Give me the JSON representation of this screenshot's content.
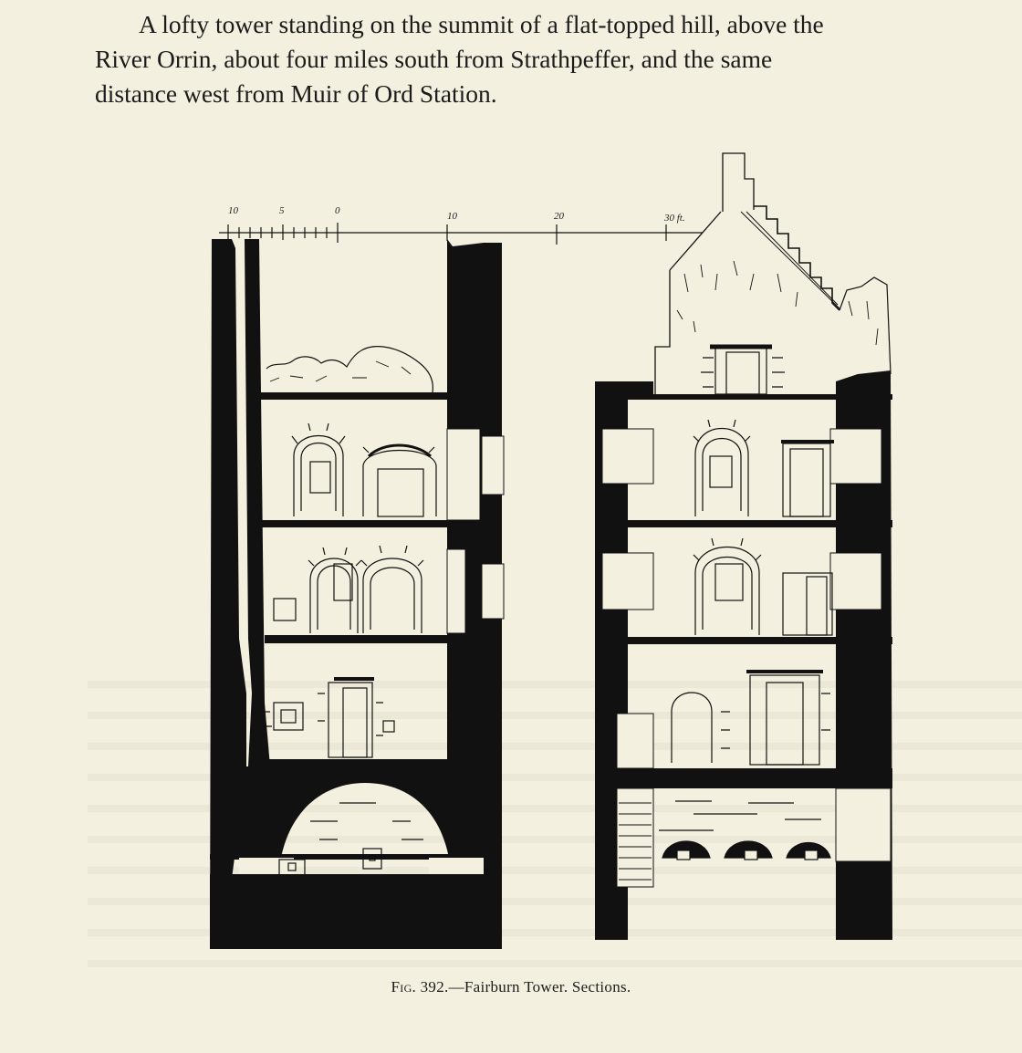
{
  "intro": {
    "line1": "A lofty tower standing on the summit of a flat-topped hill, above the",
    "line2": "River Orrin, about four miles south from Strathpeffer, and the same",
    "line3": "distance west from Muir of Ord Station."
  },
  "scale": {
    "labels": [
      "10",
      "5",
      "0",
      "10",
      "20",
      "30 ft."
    ]
  },
  "caption": {
    "fig_label": "Fig. 392.",
    "text": "—Fairburn Tower.  Sections."
  },
  "colors": {
    "paper": "#f3f0df",
    "ink": "#111111"
  }
}
